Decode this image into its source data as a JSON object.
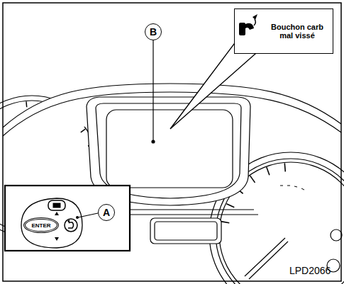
{
  "diagram": {
    "nodes": [
      {
        "text": [
          "B"
        ]
      },
      {
        "text": [
          "Bouchon carb mal vissé"
        ]
      },
      {
        "text": [
          "A"
        ]
      },
      {
        "text": [
          "ENTER"
        ]
      }
    ],
    "labels": [
      "LPD2066"
    ]
  }
}
